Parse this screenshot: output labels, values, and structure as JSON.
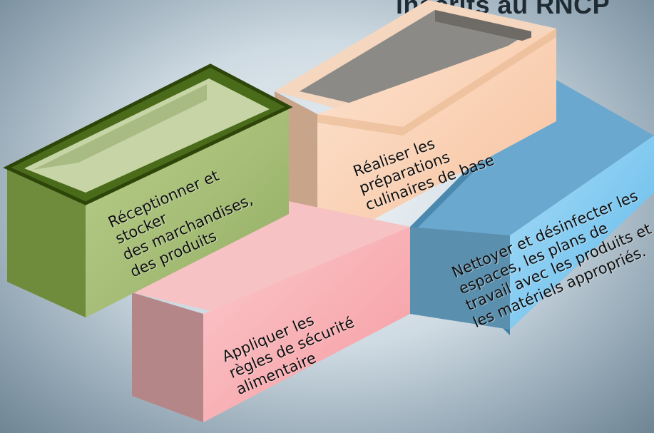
{
  "title": "inscrits au RNCP",
  "blocks": {
    "receptionner": {
      "lines": [
        "Réceptionner et",
        "stocker",
        "des marchandises,",
        "des produits"
      ],
      "color": "#a8c07a"
    },
    "realiser": {
      "lines": [
        "Réaliser les",
        "préparations",
        "culinaires de base"
      ],
      "color": "#f9d2b4"
    },
    "nettoyer": {
      "lines": [
        "Nettoyer et désinfecter les",
        "espaces, les plans de",
        "travail avec les produits et",
        "les matériels appropriés."
      ],
      "color": "#7cc6ee"
    },
    "appliquer": {
      "lines": [
        "Appliquer les",
        "règles de sécurité",
        "alimentaire"
      ],
      "color": "#f7a6aa"
    }
  }
}
